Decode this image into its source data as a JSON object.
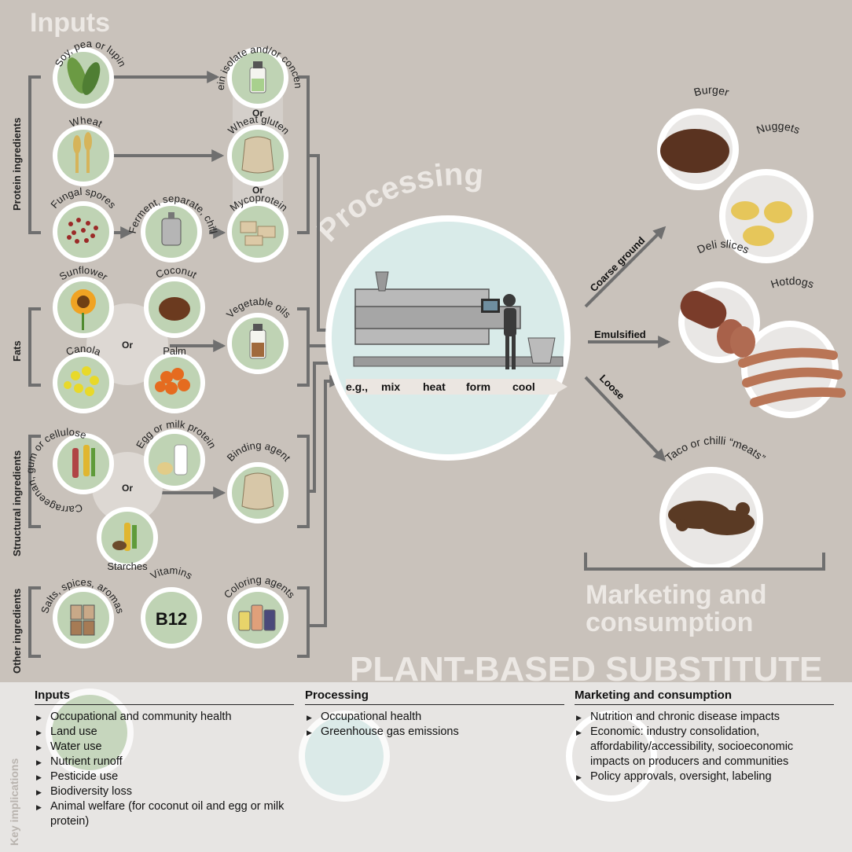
{
  "headers": {
    "inputs": "Inputs",
    "processing": "Processing",
    "marketing_line1": "Marketing and",
    "marketing_line2": "consumption",
    "product": "PLANT-BASED SUBSTITUTE"
  },
  "side_labels": {
    "protein": "Protein ingredients",
    "fats": "Fats",
    "structural": "Structural ingredients",
    "other": "Other ingredients"
  },
  "protein": {
    "soy": "Soy, pea or lupin",
    "isolate": "Protein isolate and/or concentrate",
    "or1": "Or",
    "wheat": "Wheat",
    "gluten": "Wheat gluten",
    "or2": "Or",
    "fungal": "Fungal spores",
    "ferment": "Ferment, separate, chill",
    "myco": "Mycoprotein"
  },
  "fats": {
    "sunflower": "Sunflower",
    "coconut": "Coconut",
    "or": "Or",
    "canola": "Canola",
    "palm": "Palm",
    "oils": "Vegetable oils"
  },
  "structural": {
    "carrageenan": "Carrageenan, gum or cellulose",
    "egg": "Egg or milk protein",
    "or": "Or",
    "starches": "Starches",
    "binding": "Binding agent"
  },
  "other": {
    "salts": "Salts, spices, aromas",
    "vitamins": "Vitamins",
    "b12": "B12",
    "coloring": "Coloring agents"
  },
  "processing_steps": [
    "e.g.,",
    "mix",
    "heat",
    "form",
    "cool"
  ],
  "branches": {
    "coarse": "Coarse ground",
    "emulsified": "Emulsified",
    "loose": "Loose"
  },
  "products": {
    "burger": "Burger",
    "nuggets": "Nuggets",
    "deli": "Deli slices",
    "hotdogs": "Hotdogs",
    "taco": "Taco or chilli “meats”"
  },
  "implications": {
    "side_label": "Key implications",
    "inputs": {
      "title": "Inputs",
      "items": [
        "Occupational and community health",
        "Land use",
        "Water use",
        "Nutrient runoff",
        "Pesticide use",
        "Biodiversity loss",
        "Animal welfare (for coconut oil and egg or milk protein)"
      ]
    },
    "processing": {
      "title": "Processing",
      "items": [
        "Occupational health",
        "Greenhouse gas emissions"
      ]
    },
    "marketing": {
      "title": "Marketing and consumption",
      "items": [
        "Nutrition and chronic disease impacts",
        "Economic: industry consolidation, affordability/accessibility, socioeconomic impacts on producers and communities",
        "Policy approvals, oversight, labeling"
      ]
    }
  },
  "colors": {
    "background": "#c9c2bb",
    "panel": "#e7e5e3",
    "circle_green": "#bfd3b4",
    "process_circle": "#d9ebe9",
    "arrow": "#6f6f6f",
    "header_text": "#ece8e4"
  }
}
